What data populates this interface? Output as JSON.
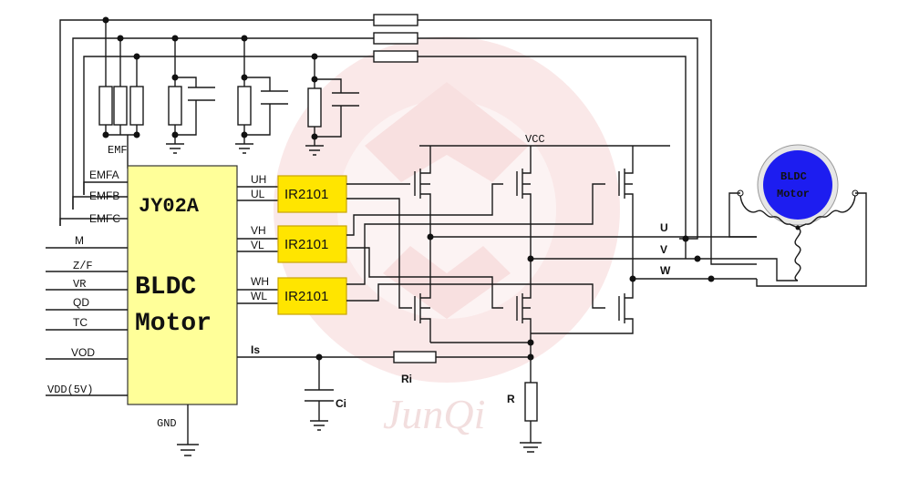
{
  "ic": {
    "part": "JY02A",
    "title_line1": "BLDC",
    "title_line2": "Motor",
    "emf_label": "EMF",
    "left_pins": [
      "EMFA",
      "EMFB",
      "EMFC",
      "M",
      "Z/F",
      "VR",
      "QD",
      "TC",
      "VOD",
      "VDD(5V)"
    ],
    "right_pins": [
      "UH",
      "UL",
      "VH",
      "VL",
      "WH",
      "WL",
      "Is"
    ],
    "gnd": "GND"
  },
  "drivers": [
    "IR2101",
    "IR2101",
    "IR2101"
  ],
  "bridge": {
    "vcc": "VCC",
    "phases": [
      "U",
      "V",
      "W"
    ]
  },
  "sense": {
    "ri": "Ri",
    "r": "R",
    "ci": "Ci"
  },
  "motor": {
    "line1": "BLDC",
    "line2": "Motor"
  },
  "watermark": "JunQi",
  "colors": {
    "driver_fill": "#ffe500",
    "ic_fill": "#ffff99",
    "motor_fill": "#1d1df0",
    "watermark": "#e8b8b8"
  }
}
